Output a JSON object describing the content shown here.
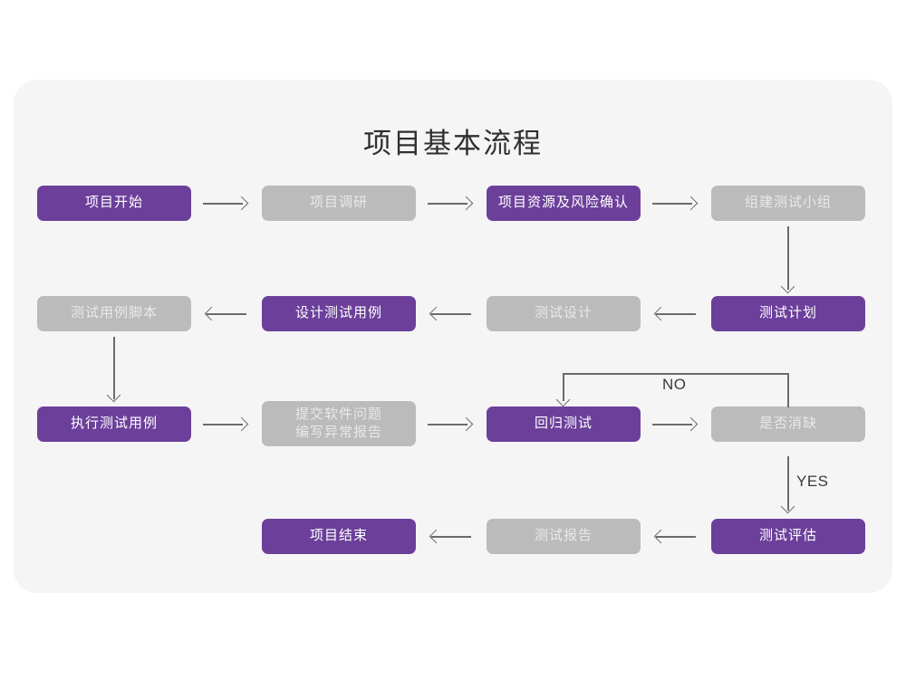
{
  "card": {
    "background": "#f5f5f5"
  },
  "colors": {
    "purple": "#6c3f9b",
    "purple_text": "#ffffff",
    "gray": "#bbbbbb",
    "gray_text": "#e9e9e9",
    "connector": "#6b6b6b",
    "title_text": "#2f2f2f",
    "page_background": "#ffffff"
  },
  "header": {
    "title": "项目基本流程"
  },
  "flow": {
    "rows": [
      {
        "id": "row-1",
        "direction": "ltr",
        "nodes": [
          {
            "id": "n1",
            "label": "项目开始",
            "style": "purple"
          },
          {
            "id": "n2",
            "label": "项目调研",
            "style": "gray"
          },
          {
            "id": "n3",
            "label": "项目资源及风险确认",
            "style": "purple"
          },
          {
            "id": "n4",
            "label": "组建测试小组",
            "style": "gray"
          }
        ]
      },
      {
        "id": "row-2",
        "direction": "rtl",
        "nodes": [
          {
            "id": "n5",
            "label": "测试用例脚本",
            "style": "gray"
          },
          {
            "id": "n6",
            "label": "设计测试用例",
            "style": "purple"
          },
          {
            "id": "n7",
            "label": "测试设计",
            "style": "gray"
          },
          {
            "id": "n8",
            "label": "测试计划",
            "style": "purple"
          }
        ]
      },
      {
        "id": "row-3",
        "direction": "ltr",
        "nodes": [
          {
            "id": "n9",
            "label": "执行测试用例",
            "style": "purple"
          },
          {
            "id": "n10",
            "label": "提交软件问题\n编写异常报告",
            "style": "gray"
          },
          {
            "id": "n11",
            "label": "回归测试",
            "style": "purple"
          },
          {
            "id": "n12",
            "label": "是否消缺",
            "style": "gray"
          }
        ]
      },
      {
        "id": "row-4",
        "direction": "rtl",
        "nodes": [
          {
            "id": "n13",
            "label": "项目结束",
            "style": "purple"
          },
          {
            "id": "n14",
            "label": "测试报告",
            "style": "gray"
          },
          {
            "id": "n15",
            "label": "测试评估",
            "style": "purple"
          }
        ]
      }
    ],
    "edge_labels": {
      "no": "NO",
      "yes": "YES"
    }
  }
}
